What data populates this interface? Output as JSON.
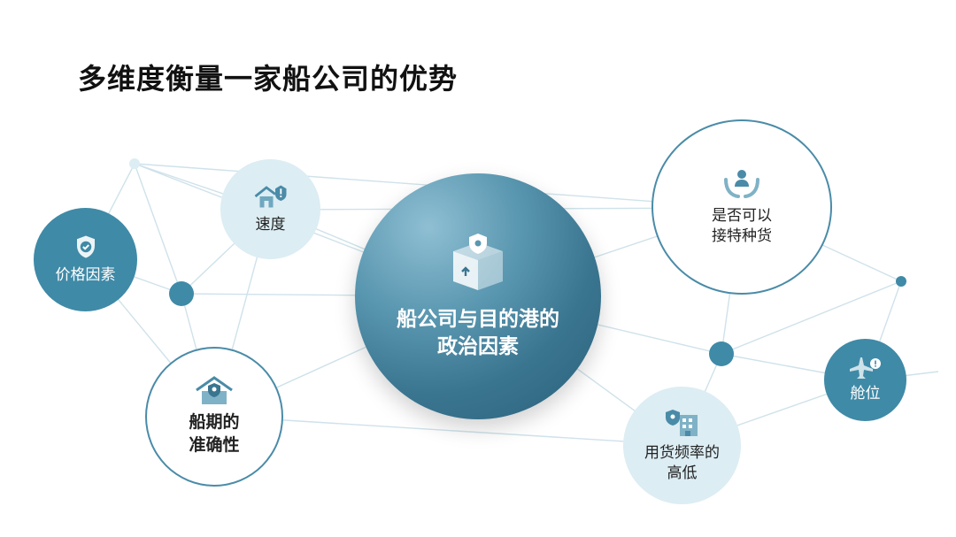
{
  "title": "多维度衡量一家船公司的优势",
  "center": {
    "line1": "船公司与目的港的",
    "line2": "政治因素",
    "icon": "shield-box-icon"
  },
  "factors": {
    "price": {
      "label": "价格因素",
      "icon": "shield-check-icon"
    },
    "speed": {
      "label": "速度",
      "icon": "house-alert-icon"
    },
    "accuracy": {
      "line1": "船期的",
      "line2": "准确性",
      "icon": "house-shield-icon"
    },
    "cargo": {
      "line1": "是否可以",
      "line2": "接特种货",
      "icon": "hands-person-icon"
    },
    "frequency": {
      "line1": "用货频率的",
      "line2": "高低",
      "icon": "building-shield-icon"
    },
    "cabin": {
      "label": "舱位",
      "icon": "plane-alert-icon"
    }
  },
  "colors": {
    "primary": "#3f8aa7",
    "light": "#dcedf3",
    "dark": "#2a6079",
    "line": "#c9dfe8"
  }
}
